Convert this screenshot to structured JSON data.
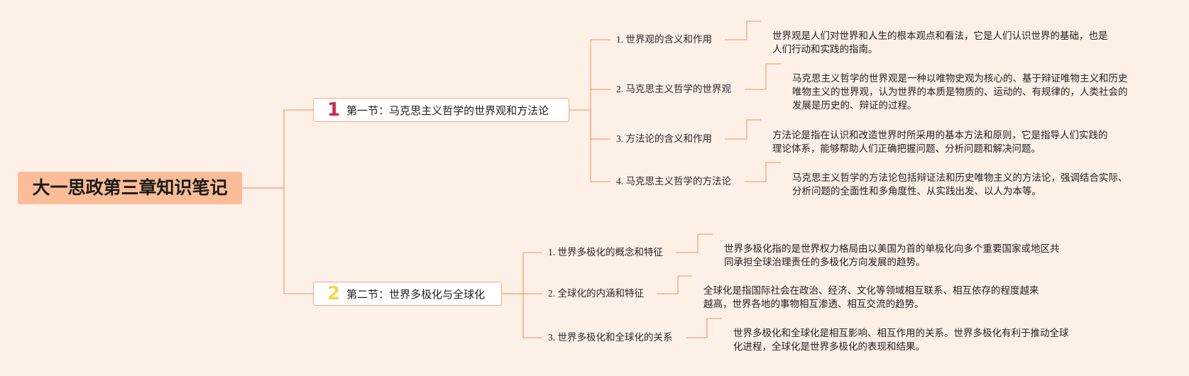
{
  "title": "大一思政第三章知识笔记",
  "colors": {
    "background": "#fdf0e6",
    "root_fill": "#fbbd97",
    "line": "#f2a27f",
    "section_1_number": "#d6264b",
    "section_2_number": "#f1d84a"
  },
  "sections": [
    {
      "number": "1",
      "title": "第一节：马克思主义哲学的世界观和方法论",
      "topics": [
        {
          "label": "1. 世界观的含义和作用",
          "detail": [
            "世界观是人们对世界和人生的根本观点和看法，它是人们认识世界的基础，也是",
            "人们行动和实践的指南。"
          ]
        },
        {
          "label": "2. 马克思主义哲学的世界观",
          "detail": [
            "马克思主义哲学的世界观是一种以唯物史观为核心的、基于辩证唯物主义和历史",
            "唯物主义的世界观，认为世界的本质是物质的、运动的、有规律的，人类社会的",
            "发展是历史的、辩证的过程。"
          ]
        },
        {
          "label": "3. 方法论的含义和作用",
          "detail": [
            "方法论是指在认识和改造世界时所采用的基本方法和原则，它是指导人们实践的",
            "理论体系，能够帮助人们正确把握问题、分析问题和解决问题。"
          ]
        },
        {
          "label": "4. 马克思主义哲学的方法论",
          "detail": [
            "马克思主义哲学的方法论包括辩证法和历史唯物主义的方法论，强调结合实际、",
            "分析问题的全面性和多角度性、从实践出发、以人为本等。"
          ]
        }
      ]
    },
    {
      "number": "2",
      "title": "第二节：世界多极化与全球化",
      "topics": [
        {
          "label": "1. 世界多极化的概念和特征",
          "detail": [
            "世界多极化指的是世界权力格局由以美国为首的单极化向多个重要国家或地区共",
            "同承担全球治理责任的多极化方向发展的趋势。"
          ]
        },
        {
          "label": "2. 全球化的内涵和特征",
          "detail": [
            "全球化是指国际社会在政治、经济、文化等领域相互联系、相互依存的程度越来",
            "越高，世界各地的事物相互渗透、相互交流的趋势。"
          ]
        },
        {
          "label": "3. 世界多极化和全球化的关系",
          "detail": [
            "世界多极化和全球化是相互影响、相互作用的关系。世界多极化有利于推动全球",
            "化进程，全球化是世界多极化的表现和结果。"
          ]
        }
      ]
    }
  ]
}
